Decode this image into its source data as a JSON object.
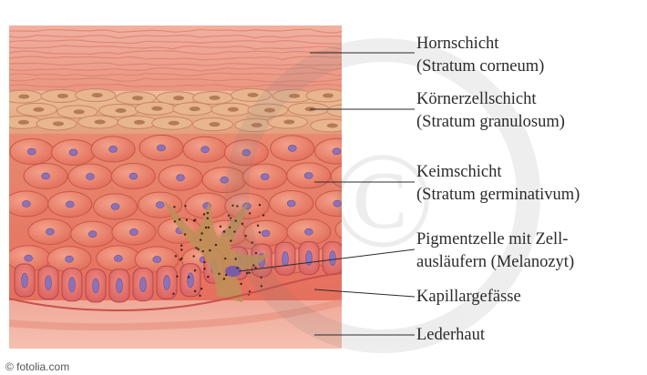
{
  "labels": {
    "horn": {
      "line1": "Hornschicht",
      "line2": "(Stratum corneum)"
    },
    "koerner": {
      "line1": "Körnerzellschicht",
      "line2": "(Stratum granulosum)"
    },
    "keim": {
      "line1": "Keimschicht",
      "line2": "(Stratum germinativum)"
    },
    "pigment": {
      "line1": "Pigmentzelle mit Zell-",
      "line2": "ausläufern (Melanozyt)"
    },
    "kapillar": {
      "line1": "Kapillargefässe"
    },
    "leder": {
      "line1": "Lederhaut"
    }
  },
  "credit": "© fotolia.com",
  "colors": {
    "corneum": "#eea08e",
    "granulosum": "#e8b58f",
    "germinativum": "#ea7a63",
    "nucleus": "#8d72b6",
    "basal": "#e4726b",
    "dermis": "#f3b3a2",
    "melanocyte": "#b98a55"
  }
}
